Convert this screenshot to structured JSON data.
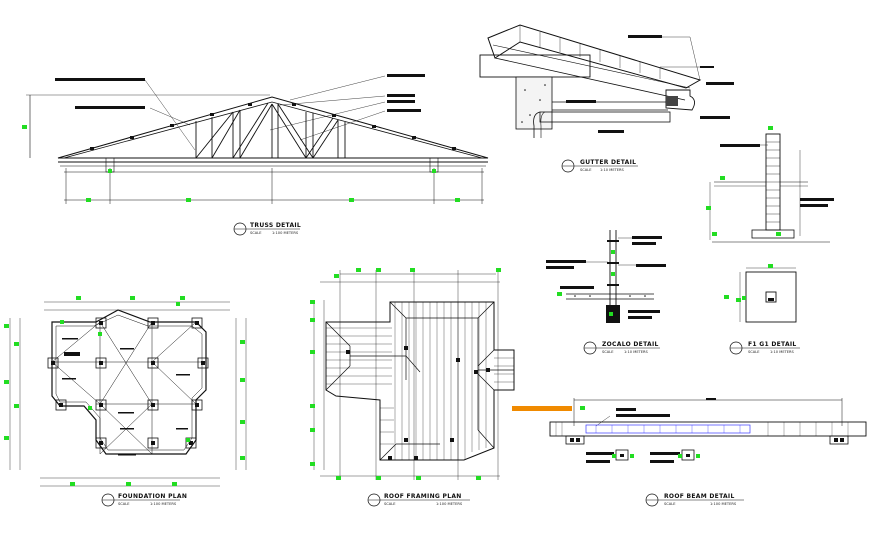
{
  "drawing": {
    "titles": {
      "truss": "TRUSS DETAIL",
      "gutter": "GUTTER DETAIL",
      "foundation": "FOUNDATION PLAN",
      "roof_framing": "ROOF FRAMING PLAN",
      "zocalo": "ZOCALO DETAIL",
      "f1": "F1 G1 DETAIL",
      "roof_beam": "ROOF BEAM DETAIL"
    },
    "scales": {
      "scale_word": "SCALE",
      "truss": "1:100 METERS",
      "gutter": "1:10 METERS",
      "foundation": "1:100 METERS",
      "roof_framing": "1:100 METERS",
      "zocalo": "1:10 METERS",
      "f1": "1:10 METERS",
      "roof_beam": "1:100 METERS"
    },
    "colors": {
      "line": "#111111",
      "dimension_marker": "#22dd22",
      "highlight": "#f08a00",
      "beam_hatch": "#3a3aff",
      "background": "#ffffff"
    }
  }
}
